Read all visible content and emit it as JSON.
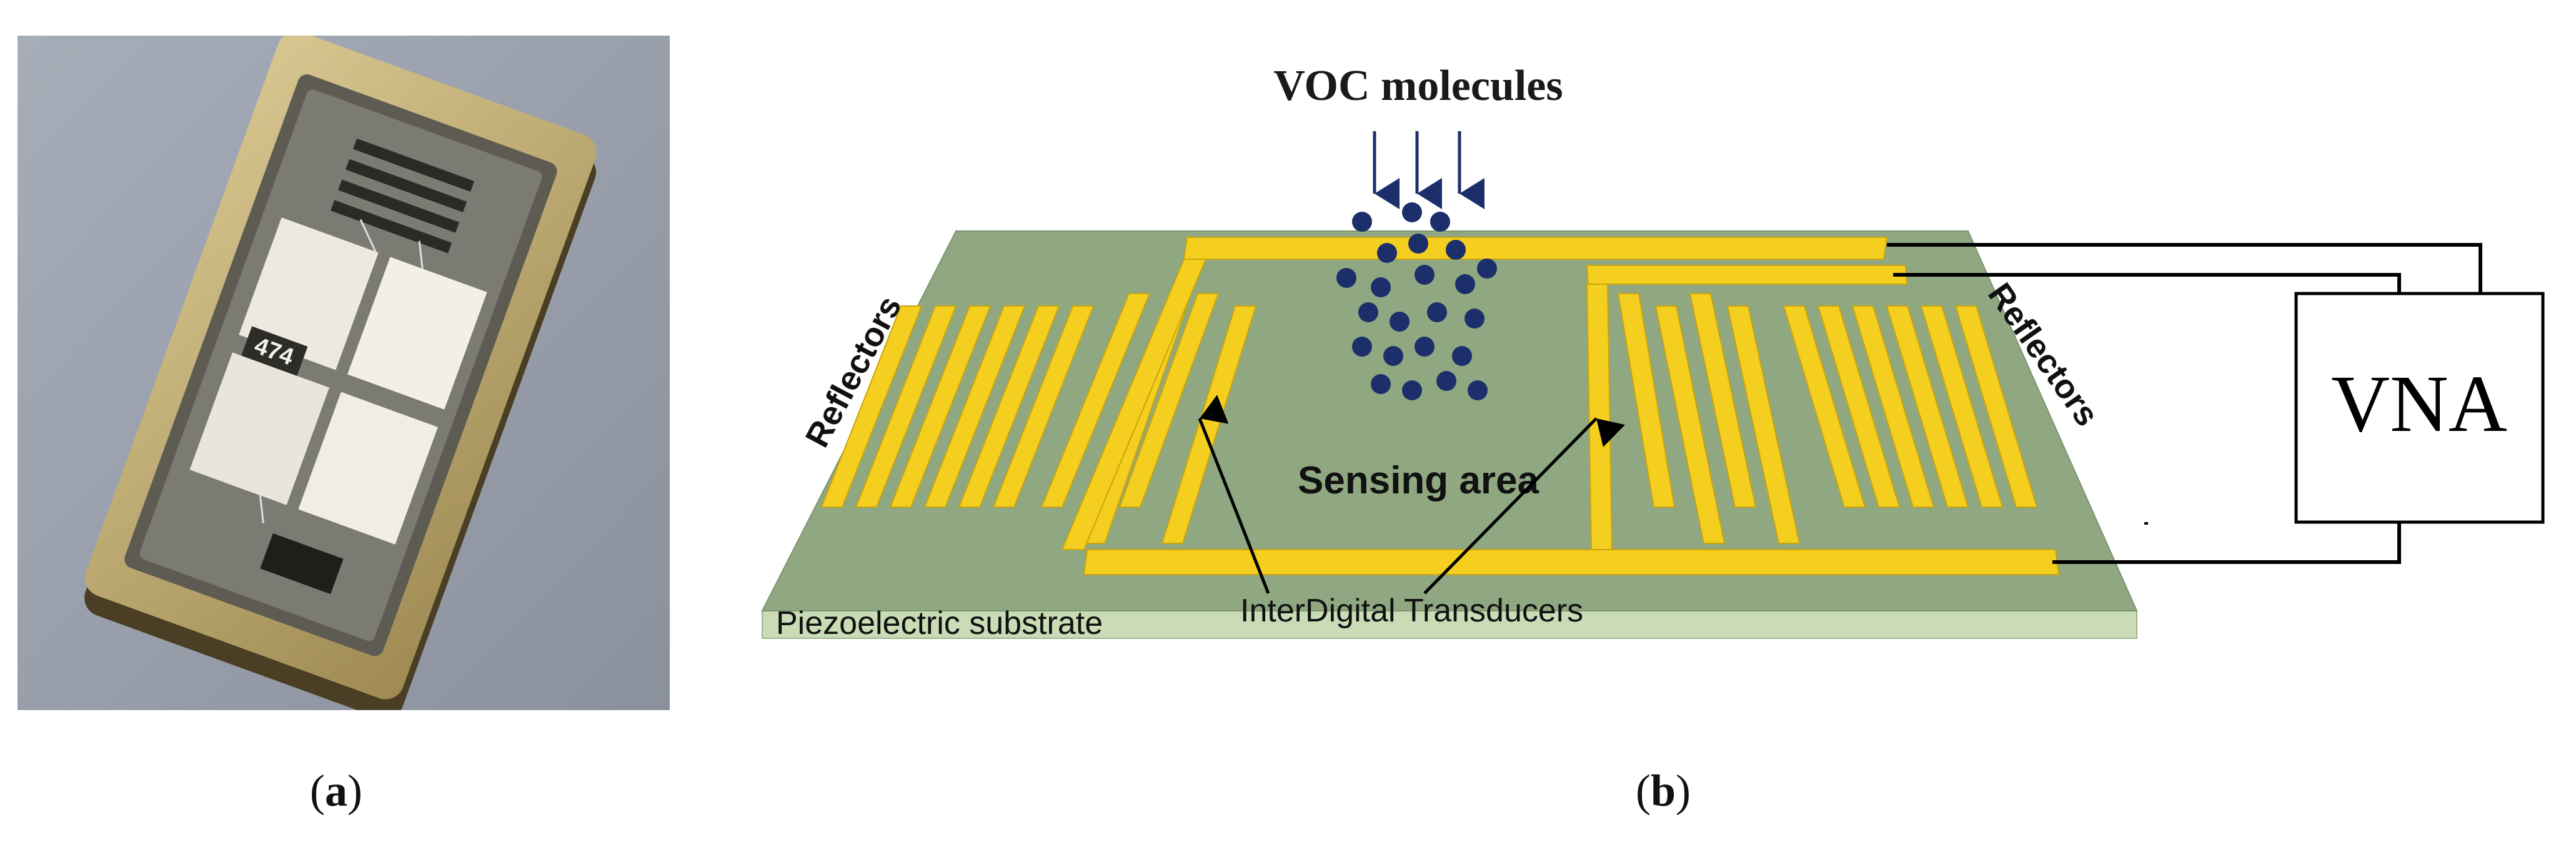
{
  "panel_a": {
    "caption_open": "(",
    "caption_letter": "a",
    "caption_close": ")",
    "chip_marking": "474"
  },
  "panel_b": {
    "caption_open": "(",
    "caption_letter": "b",
    "caption_close": ")",
    "voc_label": "VOC molecules",
    "reflectors_left": "Reflectors",
    "reflectors_right": "Reflectors",
    "sensing_area": "Sensing area",
    "substrate_label": "Piezoelectric substrate",
    "idt_label": "InterDigital Transducers",
    "vna_label": "VNA"
  },
  "colors": {
    "substrate": "#8fa882",
    "electrode": "#f5cf1f",
    "molecule": "#1c2f6b",
    "wire": "#000000"
  }
}
